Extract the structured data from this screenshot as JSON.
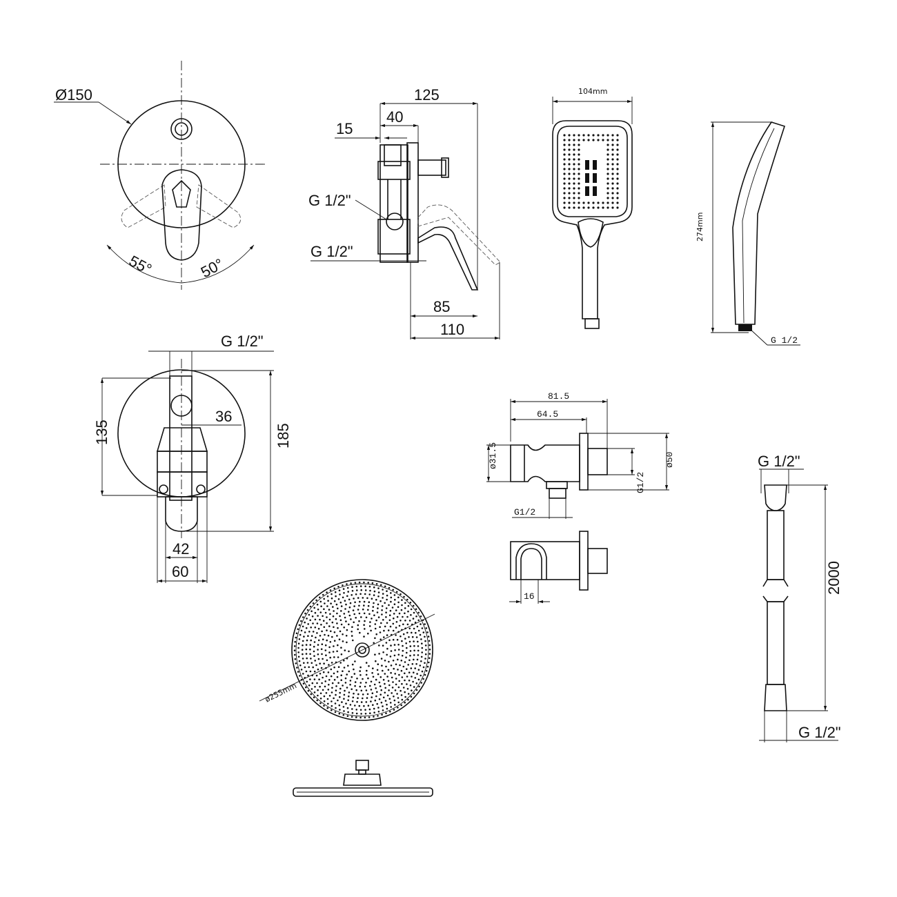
{
  "valve_front": {
    "diameter": "Ø150",
    "angle_left": "55°",
    "angle_right": "50°"
  },
  "valve_side": {
    "depth": "125",
    "plate": "40",
    "offset": "15",
    "inlet": "G 1/2\"",
    "outlet": "G 1/2\"",
    "lever": "85",
    "total": "110"
  },
  "valve_rear": {
    "thread": "G 1/2\"",
    "height_inner": "135",
    "height_outer": "185",
    "offset": "36",
    "width_inner": "42",
    "width_outer": "60"
  },
  "hand_shower_front": {
    "width": "104mm"
  },
  "hand_shower_side": {
    "length": "274mm",
    "thread": "G 1/2"
  },
  "wall_outlet": {
    "length_outer": "81.5",
    "length_inner": "64.5",
    "diameter_small": "ø31.5",
    "diameter_plate": "ø50",
    "thread_side": "G1/2",
    "thread_bottom": "G1/2",
    "depth": "16"
  },
  "rain_shower": {
    "diameter": "ø255mm"
  },
  "hose": {
    "thread_top": "G 1/2\"",
    "length": "2000",
    "thread_bottom": "G 1/2\""
  }
}
